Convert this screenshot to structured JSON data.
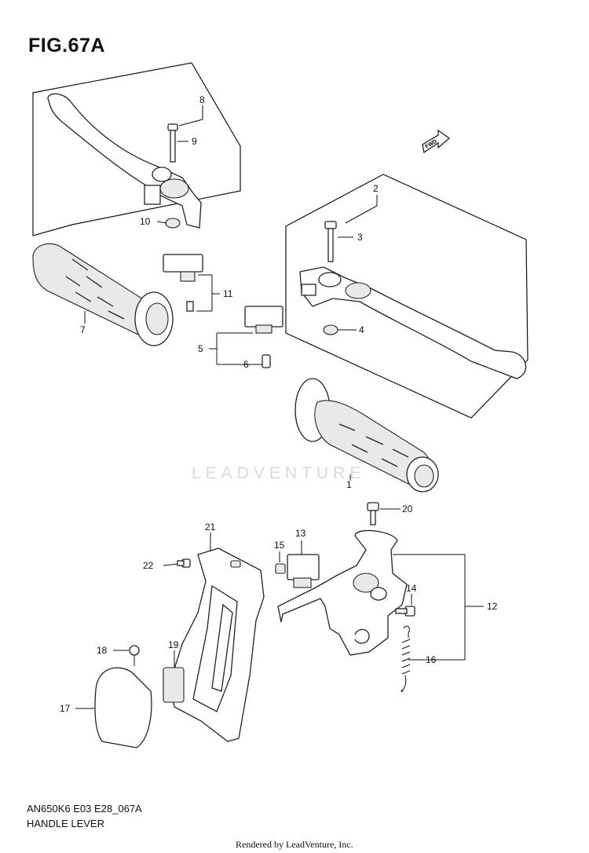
{
  "figure": {
    "title": "FIG.67A"
  },
  "fwd_label": "FWD",
  "callouts": [
    "1",
    "2",
    "3",
    "4",
    "5",
    "6",
    "7",
    "8",
    "9",
    "10",
    "11",
    "12",
    "13",
    "14",
    "15",
    "16",
    "17",
    "18",
    "19",
    "20",
    "21",
    "22"
  ],
  "watermark": "LEADVENTURE",
  "footer": {
    "code": "AN650K6 E03 E28_067A",
    "name": "HANDLE LEVER",
    "credit": "Rendered by LeadVenture, Inc."
  }
}
